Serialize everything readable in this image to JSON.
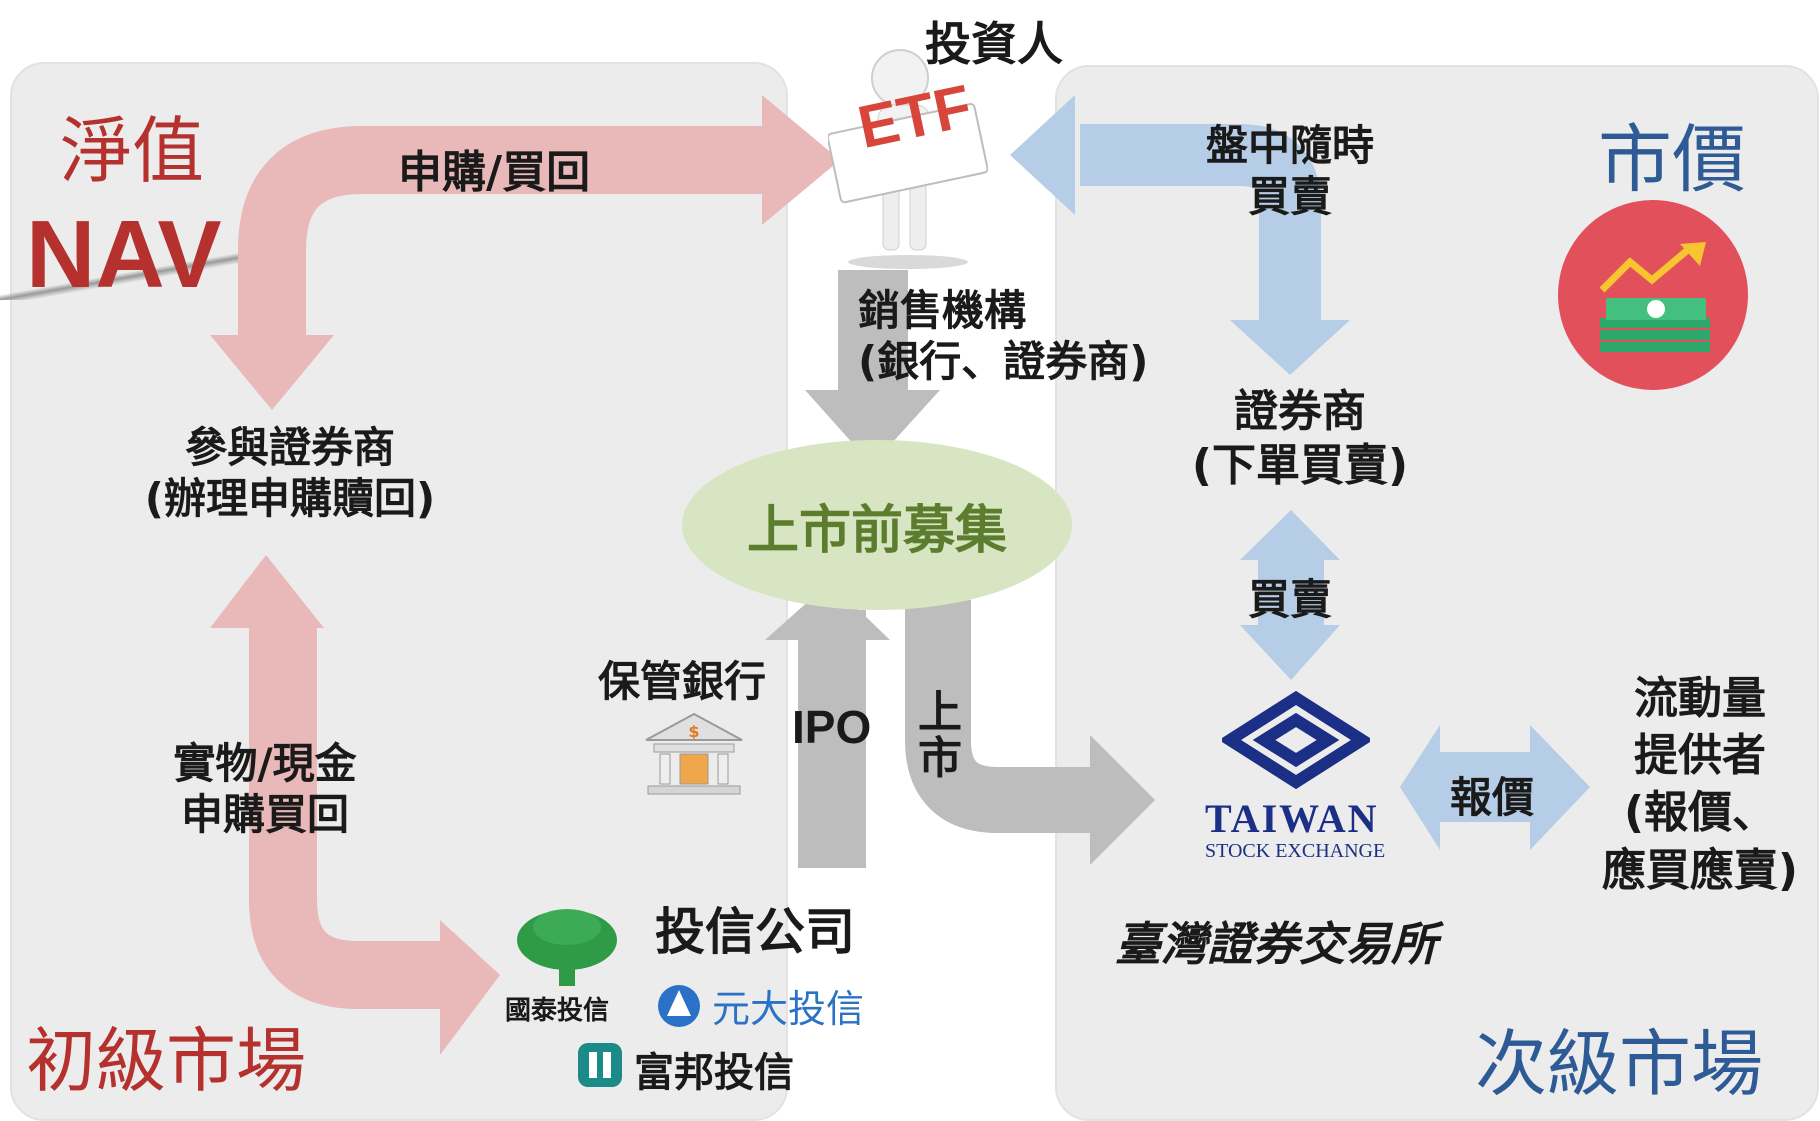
{
  "investor_label": "投資人",
  "etf_sign": "ETF",
  "left": {
    "nav_cn": "淨值",
    "nav_en": "NAV",
    "market_title": "初級市場",
    "subscribe_redeem": "申購/買回",
    "participant_dealer": "參與證券商\n(辦理申購贖回)",
    "in_kind": "實物/現金\n申購買回"
  },
  "center": {
    "sales_channels": "銷售機構\n(銀行、證券商)",
    "pre_listing": "上市前募集",
    "custodian": "保管銀行",
    "ipo": "IPO",
    "listing": "上\n市",
    "investment_trust": "投信公司",
    "brands": [
      "國泰投信",
      "元大投信",
      "富邦投信"
    ]
  },
  "right": {
    "market_price": "市價",
    "market_title": "次級市場",
    "intraday": "盤中隨時\n買賣",
    "broker": "證券商\n(下單買賣)",
    "trade": "買賣",
    "exchange_en": "TAIWAN",
    "exchange_en_sub": "STOCK EXCHANGE",
    "exchange_cn": "臺灣證券交易所",
    "quote": "報價",
    "liquidity_provider": "流動量\n提供者\n(報價、\n應買應賣)"
  },
  "colors": {
    "pink_arrow": "#e9b8b8",
    "blue_arrow": "#b5cde6",
    "gray_arrow": "#bdbdbd",
    "nav_red": "#b5312d",
    "market_blue": "#2e5b95",
    "oval_green": "#d8e5c2",
    "oval_text": "#5c7d2e",
    "price_circle": "#e2505c",
    "twse_navy": "#1b2f86"
  },
  "icons": [
    "investor-etf-figure",
    "bank-icon",
    "money-growth-icon",
    "tree-logo",
    "yuanta-logo",
    "fubon-logo",
    "twse-logo"
  ]
}
